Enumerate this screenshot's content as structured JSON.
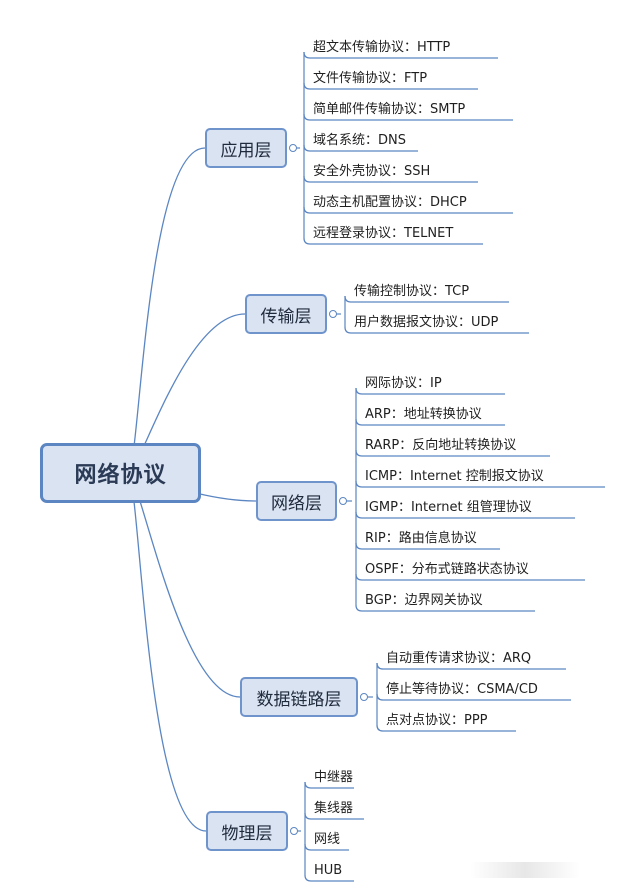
{
  "root": {
    "label": "网络协议"
  },
  "categories": [
    {
      "label": "应用层",
      "items": [
        "超文本传输协议：HTTP",
        "文件传输协议：FTP",
        "简单邮件传输协议：SMTP",
        "域名系统：DNS",
        "安全外壳协议：SSH",
        "动态主机配置协议：DHCP",
        "远程登录协议：TELNET"
      ]
    },
    {
      "label": "传输层",
      "items": [
        "传输控制协议：TCP",
        "用户数据报文协议：UDP"
      ]
    },
    {
      "label": "网络层",
      "items": [
        "网际协议：IP",
        "ARP：地址转换协议",
        "RARP：反向地址转换协议",
        "ICMP：Internet 控制报文协议",
        "IGMP：Internet 组管理协议",
        "RIP：路由信息协议",
        "OSPF：分布式链路状态协议",
        "BGP：边界网关协议"
      ]
    },
    {
      "label": "数据链路层",
      "items": [
        "自动重传请求协议：ARQ",
        "停止等待协议：CSMA/CD",
        "点对点协议：PPP"
      ]
    },
    {
      "label": "物理层",
      "items": [
        "中继器",
        "集线器",
        "网线",
        "HUB"
      ]
    }
  ],
  "colors": {
    "line": "#5b86c2",
    "node_fill": "#d9e3f2",
    "node_border": "#6f94cb"
  }
}
